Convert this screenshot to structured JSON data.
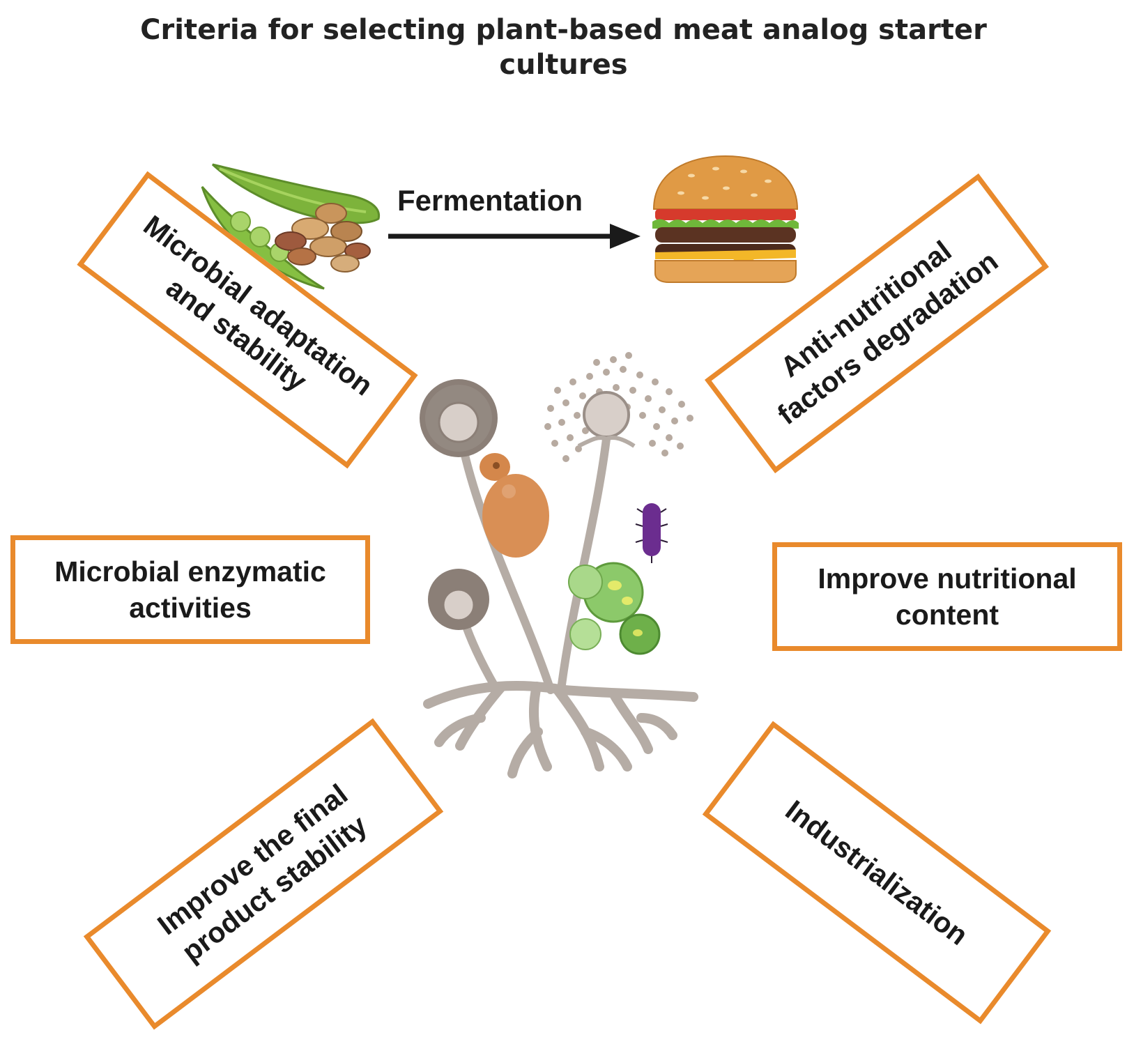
{
  "title": {
    "line1": "Criteria for selecting plant-based meat analog starter",
    "line2": "cultures"
  },
  "process": {
    "arrow_label": "Fermentation"
  },
  "criteria": {
    "adaptation": {
      "line1": "Microbial adaptation",
      "line2": "and stability"
    },
    "anti_nutritional": {
      "line1": "Anti-nutritional",
      "line2": "factors degradation"
    },
    "enzymatic": {
      "line1": "Microbial enzymatic",
      "line2": "activities"
    },
    "nutritional": {
      "line1": "Improve nutritional",
      "line2": "content"
    },
    "final_product": {
      "line1": "Improve the final",
      "line2": "product stability"
    },
    "industrialization": {
      "line1": "Industrialization"
    }
  },
  "icons": {
    "legumes": "legumes-icon",
    "burger": "burger-icon",
    "microbes": "fungi-microbes-icon"
  },
  "colors": {
    "box_border": "#e98a2c",
    "text": "#1a1a1a"
  }
}
